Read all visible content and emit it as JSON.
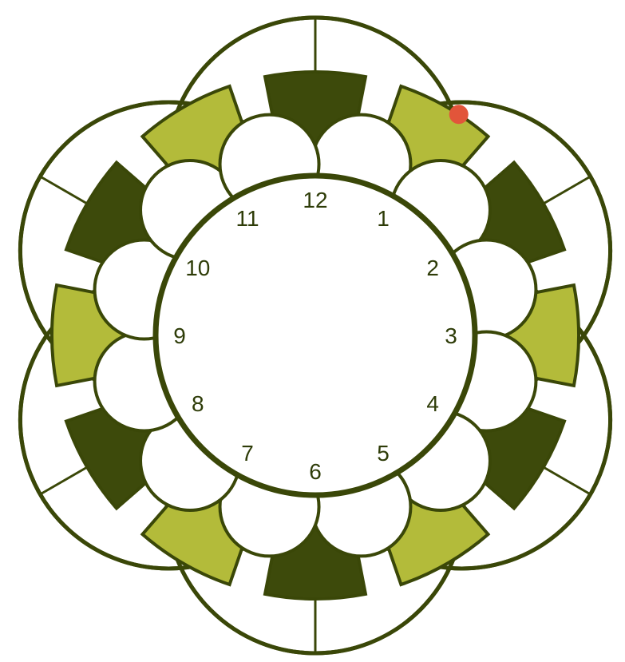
{
  "diagram": {
    "hours": [
      "12",
      "1",
      "2",
      "3",
      "4",
      "5",
      "6",
      "7",
      "8",
      "9",
      "10",
      "11"
    ],
    "colors": {
      "background": "#ffffff",
      "outline": "#3a4708",
      "dark_fill": "#3d4a0b",
      "light_fill": "#b3bb3a",
      "marker": "#e2553a",
      "label": "#2e3c08"
    },
    "petal_pattern": [
      "dark",
      "light",
      "dark",
      "light",
      "dark",
      "light",
      "dark",
      "light",
      "dark",
      "light",
      "dark",
      "light"
    ],
    "marker_position": "on light band between 1 and 2 o'clock"
  }
}
